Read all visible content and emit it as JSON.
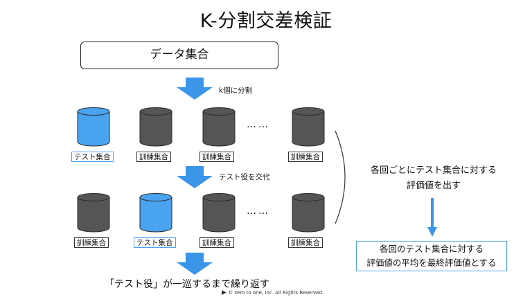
{
  "title": "K-分割交差検証",
  "data_set_label": "データ集合",
  "arrow_labels": {
    "split": "k個に分割",
    "rotate": "テスト役を交代"
  },
  "rows": [
    {
      "tags": [
        "テスト集合",
        "訓練集合",
        "訓練集合",
        "訓練集合"
      ],
      "roles": [
        "test",
        "train",
        "train",
        "train"
      ]
    },
    {
      "tags": [
        "訓練集合",
        "テスト集合",
        "訓練集合",
        "訓練集合"
      ],
      "roles": [
        "train",
        "test",
        "train",
        "train"
      ]
    }
  ],
  "ellipsis": "……",
  "side_text": {
    "line1": "各回ごとにテスト集合に対する",
    "line2": "評価値を出す"
  },
  "final_box": {
    "line1": "各回のテスト集合に対する",
    "line2": "評価値の平均を最終評価値とする"
  },
  "bottom_text": "「テスト役」が一巡するまで繰り返す",
  "copyright": "zero to one, Inc. All Rights Reserved.",
  "colors": {
    "test": "#4aa3ef",
    "train": "#555555",
    "arrow": "#3b95e8"
  }
}
